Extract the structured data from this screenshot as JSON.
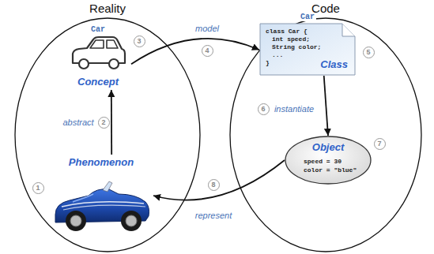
{
  "diagram": {
    "nodes": [
      {
        "text": [
          "Reality"
        ]
      },
      {
        "text": [
          "Car",
          "Concept"
        ],
        "in": 0
      },
      {
        "text": [
          "Phenomenon"
        ],
        "in": 0
      },
      {
        "text": [
          "Code"
        ]
      },
      {
        "text": [
          "Car",
          "class Car {",
          "int speed;",
          "String color;",
          "...",
          "}",
          "Class"
        ],
        "in": 3
      },
      {
        "text": [
          "Object",
          "speed = 30",
          "color = \"blue\""
        ],
        "in": 3
      }
    ],
    "edges": [
      {
        "from": 2,
        "to": 1,
        "arrow": "to",
        "label": "abstract"
      },
      {
        "from": 1,
        "to": 4,
        "arrow": "to",
        "label": "model"
      },
      {
        "from": 4,
        "to": 5,
        "arrow": "to",
        "label": "instantiate"
      },
      {
        "from": 5,
        "to": 2,
        "arrow": "to",
        "label": "represent"
      }
    ],
    "labels": [
      "1",
      "2",
      "3",
      "4",
      "5",
      "6",
      "7",
      "8"
    ]
  }
}
